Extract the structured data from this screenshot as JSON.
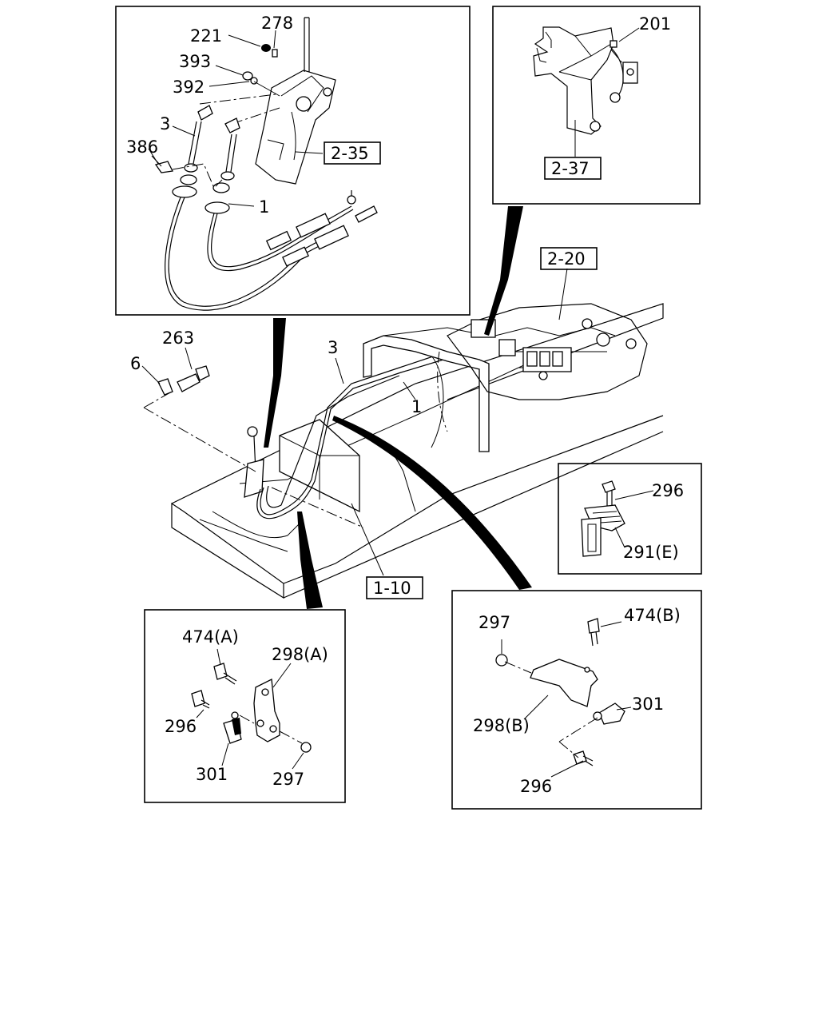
{
  "callouts": {
    "c221": "221",
    "c278": "278",
    "c393": "393",
    "c392": "392",
    "c3_top": "3",
    "c386": "386",
    "c1_top": "1",
    "c201": "201",
    "c263": "263",
    "c6": "6",
    "c3_main": "3",
    "c1_main": "1",
    "c296_right": "296",
    "c291e": "291(E)",
    "c474a": "474(A)",
    "c298a": "298(A)",
    "c296_left": "296",
    "c301_left": "301",
    "c297_left": "297",
    "c297_right": "297",
    "c474b": "474(B)",
    "c298b": "298(B)",
    "c301_right": "301",
    "c296_bottom": "296"
  },
  "refs": {
    "r235": "2-35",
    "r237": "2-37",
    "r220": "2-20",
    "r110": "1-10"
  }
}
